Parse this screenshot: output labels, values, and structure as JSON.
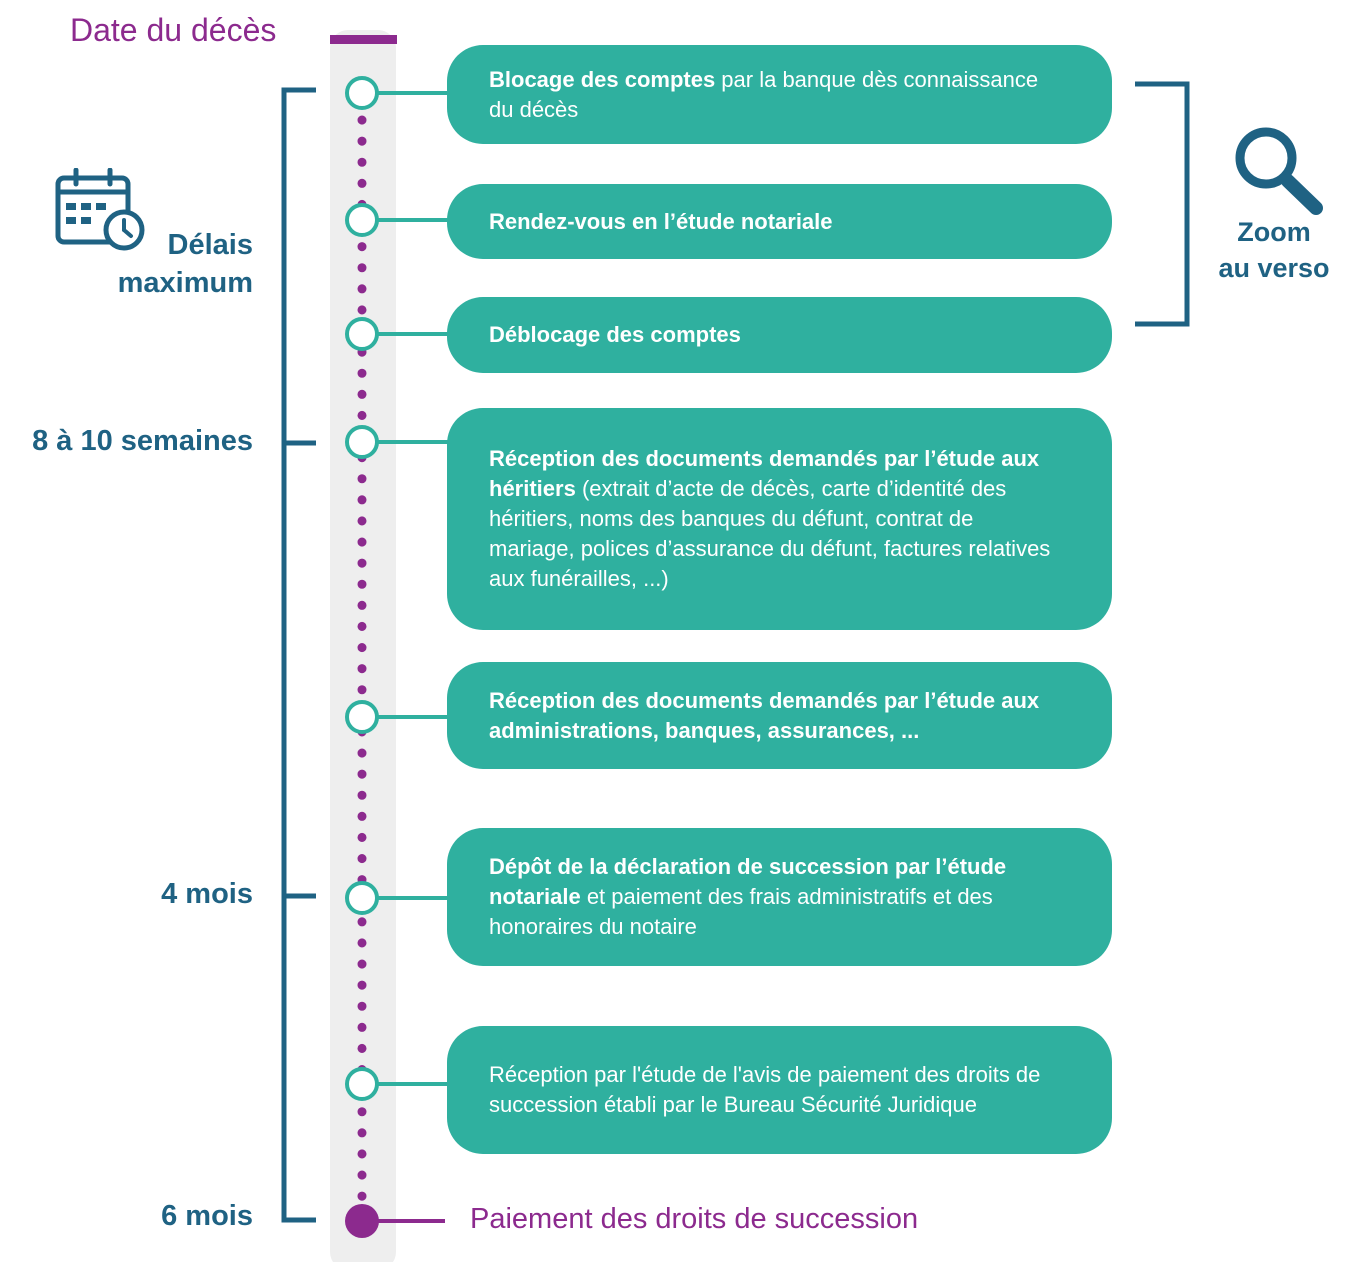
{
  "start": {
    "label": "Date du décès"
  },
  "legend": {
    "line1": "Délais",
    "line2": "maximum"
  },
  "periods": [
    {
      "label": "8 à 10 semaines"
    },
    {
      "label": "4 mois"
    },
    {
      "label": "6 mois"
    }
  ],
  "steps": [
    {
      "bold": "Blocage des comptes",
      "text": " par la banque dès connaissance du décès"
    },
    {
      "bold": "Rendez-vous en l’étude notariale",
      "text": ""
    },
    {
      "bold": "Déblocage des comptes",
      "text": ""
    },
    {
      "bold": "Réception des documents demandés par l’étude aux héritiers",
      "text": " (extrait d’acte de décès, carte d’identité des héritiers, noms des banques du défunt, contrat de mariage, polices d’assurance du défunt, factures relatives aux funérailles, ...)"
    },
    {
      "bold": "Réception des documents demandés par l’étude aux administrations, banques, assurances, ...",
      "text": ""
    },
    {
      "bold": "Dépôt de la déclaration de succession par l’étude notariale",
      "text": " et paiement des frais administratifs et des honoraires du notaire"
    },
    {
      "bold": "",
      "text": "Réception par l'étude de l'avis de paiement des droits de succession établi par le Bureau Sécurité Juridique"
    }
  ],
  "final_step": {
    "label": "Paiement des droits de succession"
  },
  "zoom": {
    "line1": "Zoom",
    "line2": "au verso",
    "icon": "search-icon"
  },
  "colors": {
    "teal": "#2fb09f",
    "navy": "#1f6283",
    "purple": "#8c2a8e",
    "track": "#eeeeee"
  }
}
